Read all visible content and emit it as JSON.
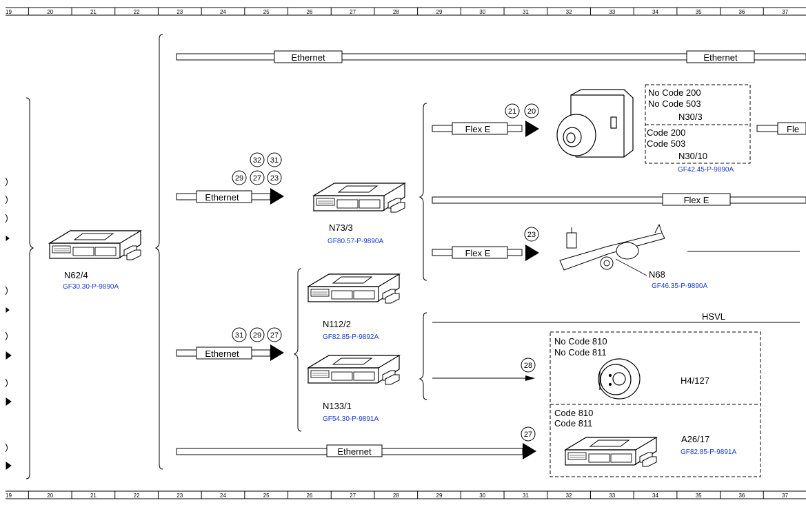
{
  "ruler": {
    "numbers": [
      "19",
      "20",
      "21",
      "22",
      "23",
      "24",
      "25",
      "26",
      "27",
      "28",
      "29",
      "30",
      "31",
      "32",
      "33",
      "34",
      "35",
      "36",
      "37"
    ]
  },
  "buses": {
    "ethernet_label": "Ethernet",
    "flexe_label": "Flex E",
    "flexe_cut_label": "Fle",
    "hsvl_label": "HSVL"
  },
  "components": {
    "n62_4": {
      "name": "N62/4",
      "ref": "GF30.30-P-9890A"
    },
    "n73_3": {
      "name": "N73/3",
      "ref": "GF80.57-P-9890A"
    },
    "n112_2": {
      "name": "N112/2",
      "ref": "GF82.85-P-9892A"
    },
    "n133_1": {
      "name": "N133/1",
      "ref": "GF54.30-P-9891A"
    },
    "n30": {
      "variant_a_line1": "No Code 200",
      "variant_a_line2": "No Code 503",
      "variant_a_name": "N30/3",
      "variant_b_line1": "Code 200",
      "variant_b_line2": "Code 503",
      "variant_b_name": "N30/10",
      "ref": "GF42.45-P-9890A"
    },
    "n68": {
      "name": "N68",
      "ref": "GF46.35-P-9890A"
    },
    "h4_127": {
      "line1": "No Code 810",
      "line2": "No Code 811",
      "name": "H4/127"
    },
    "a26_17": {
      "line1": "Code 810",
      "line2": "Code 811",
      "name": "A26/17",
      "ref": "GF82.85-P-9891A"
    }
  },
  "callouts": {
    "c21": "21",
    "c20": "20",
    "c32": "32",
    "c31": "31",
    "c29": "29",
    "c27": "27",
    "c23": "23",
    "c23b": "23",
    "c31b": "31",
    "c29b": "29",
    "c27b": "27",
    "c28": "28",
    "c27c": "27"
  },
  "colors": {
    "line": "#000000",
    "reference_link": "#1a3fd0"
  }
}
